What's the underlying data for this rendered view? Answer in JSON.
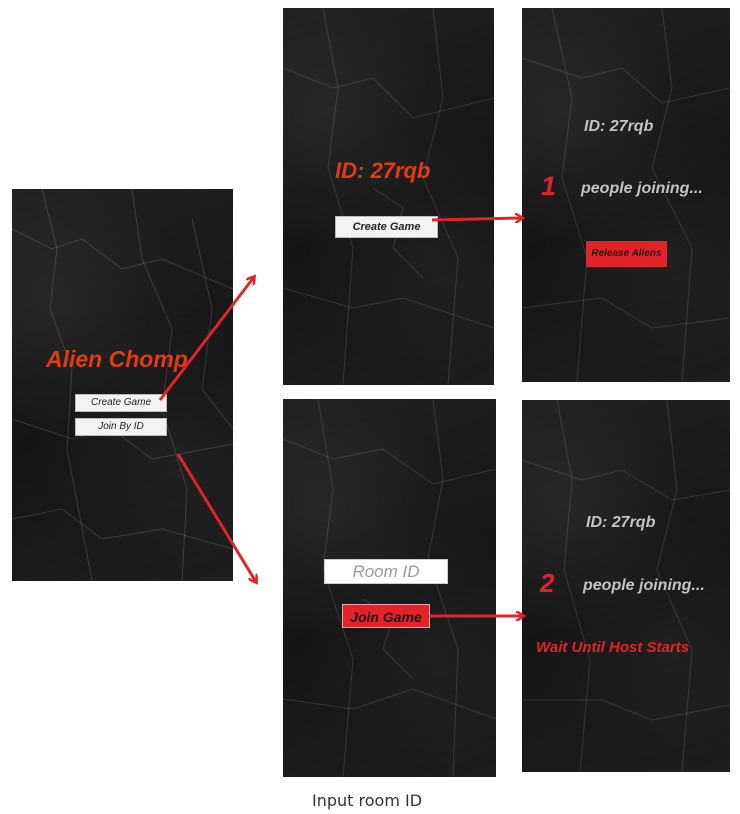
{
  "main_screen": {
    "title": "Alien Chomp",
    "create_button": "Create Game",
    "join_button": "Join By ID"
  },
  "create_screen": {
    "id_label": "ID: 27rqb",
    "create_button": "Create Game"
  },
  "host_lobby": {
    "id_label": "ID: 27rqb",
    "count": "1",
    "joining_text": "people joining...",
    "release_button": "Release Aliens"
  },
  "join_screen": {
    "room_placeholder": "Room ID",
    "join_button": "Join Game"
  },
  "guest_lobby": {
    "id_label": "ID:  27rqb",
    "count": "2",
    "joining_text": "people joining...",
    "wait_text": "Wait Until Host Starts"
  },
  "caption": "Input room ID",
  "colors": {
    "accent_orange": "#e23b12",
    "accent_red": "#e2232a",
    "panel_bg": "#1b1b1b",
    "arrow": "#e0232a"
  }
}
